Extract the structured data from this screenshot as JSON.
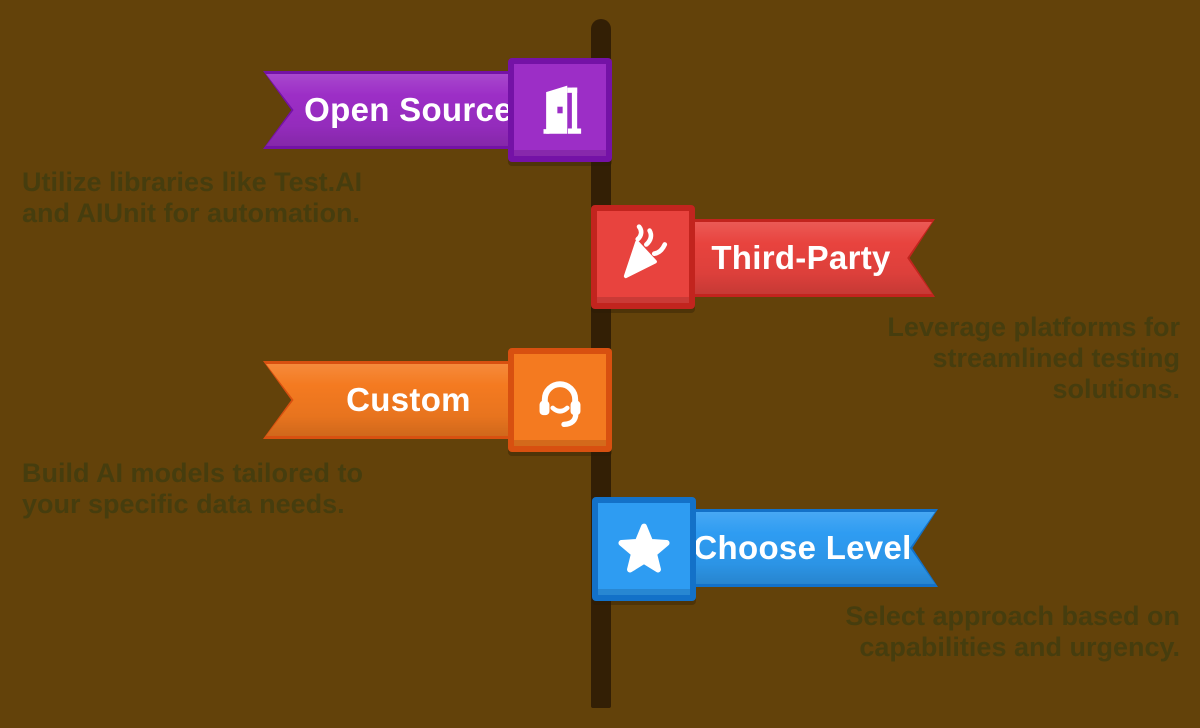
{
  "canvas": {
    "background_color": "#63420A",
    "pole_color": "#331F05",
    "label_text_color": "#FFFFFF",
    "description_text_color": "#463D0E"
  },
  "items": [
    {
      "label": "Open Source",
      "icon": "door-open-icon",
      "side": "left",
      "color": "#9C2EC6",
      "dark_color": "#7412A6",
      "description_lines": [
        "Utilize libraries like Test.AI",
        "and AIUnit for automation."
      ]
    },
    {
      "label": "Third-Party",
      "icon": "party-popper-icon",
      "side": "right",
      "color": "#E8433E",
      "dark_color": "#C2241E",
      "description_lines": [
        "Leverage platforms for",
        "streamlined testing",
        "solutions."
      ]
    },
    {
      "label": "Custom",
      "icon": "headset-icon",
      "side": "left",
      "color": "#F47A20",
      "dark_color": "#D85010",
      "description_lines": [
        "Build AI models tailored to",
        "your specific data needs."
      ]
    },
    {
      "label": "Choose Level",
      "icon": "star-icon",
      "side": "right",
      "color": "#2E9CF2",
      "dark_color": "#1371C8",
      "description_lines": [
        "Select approach based on",
        "capabilities and urgency."
      ]
    }
  ]
}
